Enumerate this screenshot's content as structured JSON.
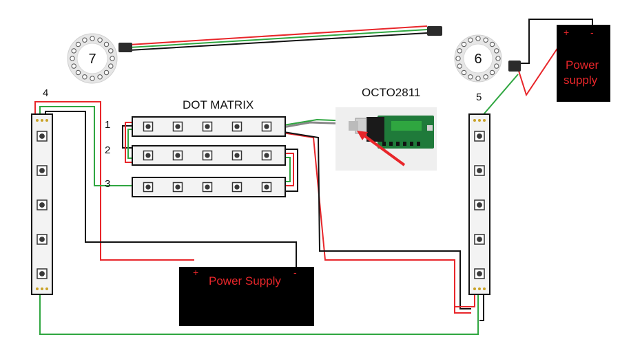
{
  "labels": {
    "dot_matrix": "DOT MATRIX",
    "octo": "OCTO2811",
    "strip_4": "4",
    "strip_5": "5",
    "row_1": "1",
    "row_2": "2",
    "row_3": "3",
    "ring_7": "7",
    "ring_6": "6"
  },
  "power_main": {
    "label": "Power Supply",
    "plus": "+",
    "minus": "-"
  },
  "power_small": {
    "line1": "Power",
    "line2": "supply",
    "plus": "+",
    "minus": "-"
  },
  "colors": {
    "red": "#e8262a",
    "green": "#2fa640",
    "black": "#111111",
    "strip": "#f3f3f3",
    "led": "#3a3a3a",
    "board": "#1f7a3a",
    "power_box": "#000000"
  }
}
